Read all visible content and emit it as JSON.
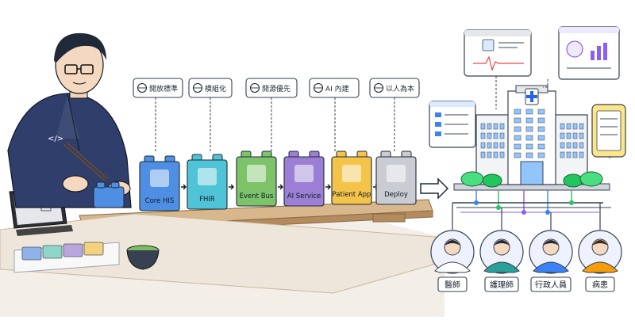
{
  "principles": [
    {
      "label": "開放標準",
      "icon": "globe-icon"
    },
    {
      "label": "模組化",
      "icon": "modules-icon"
    },
    {
      "label": "開源優先",
      "icon": "leaf-icon"
    },
    {
      "label": "AI 內建",
      "icon": "brain-icon"
    },
    {
      "label": "以人為本",
      "icon": "people-icon"
    }
  ],
  "modules": [
    {
      "label": "Core HIS",
      "color": "#4f8fe3",
      "icon": "hospital-icon"
    },
    {
      "label": "FHIR",
      "color": "#4fc4d6",
      "icon": "flame-icon"
    },
    {
      "label": "Event Bus",
      "color": "#7cc36a",
      "icon": "network-icon"
    },
    {
      "label": "AI Service",
      "color": "#9b7fd4",
      "icon": "brain-icon"
    },
    {
      "label": "Patient App",
      "color": "#f4c44a",
      "icon": "phone-heart-icon"
    },
    {
      "label": "Deploy",
      "color": "#c9cdd3",
      "icon": "cloud-upload-icon"
    }
  ],
  "developer": {
    "shirt_glyph": "</>"
  },
  "roles": [
    {
      "label": "醫師",
      "icon": "doctor-avatar"
    },
    {
      "label": "護理師",
      "icon": "nurse-avatar"
    },
    {
      "label": "行政人員",
      "icon": "admin-avatar"
    },
    {
      "label": "病患",
      "icon": "patient-avatar"
    }
  ],
  "colors": {
    "line": "#374151",
    "accent_blue": "#3b82f6",
    "accent_purple": "#8b5cf6",
    "accent_green": "#22c55e"
  }
}
